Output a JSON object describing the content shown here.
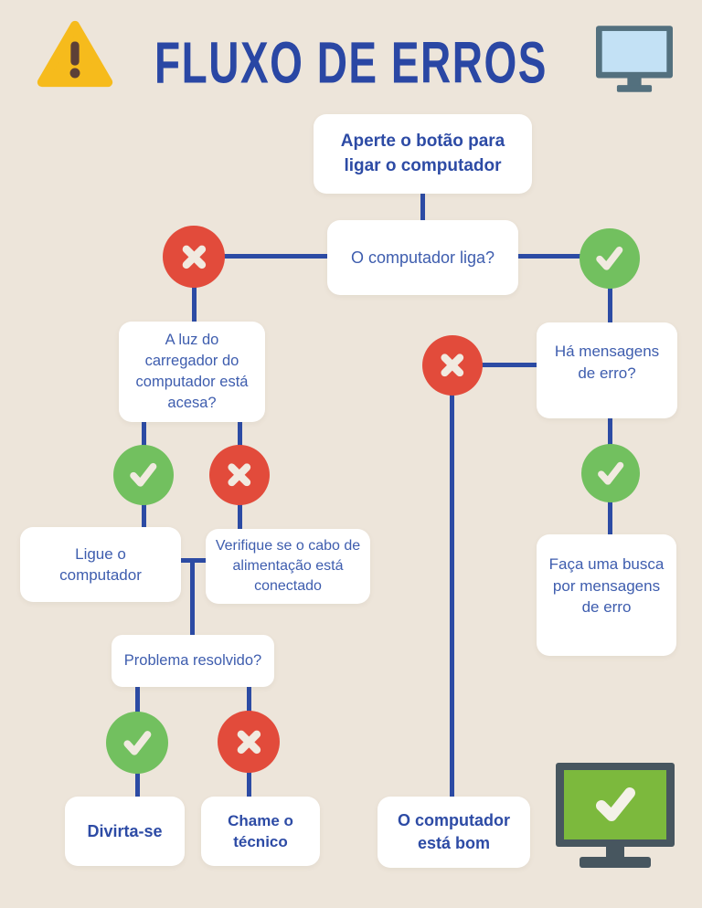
{
  "header": {
    "title": "FLUXO DE ERROS"
  },
  "colors": {
    "bg": "#EDE5DA",
    "box": "#FFFFFF",
    "title": "#2A47A4",
    "text": "#3E5DAE",
    "text_bold": "#2D4BA5",
    "line": "#2C4BA4",
    "red": "#E24B3B",
    "green": "#72C05F",
    "glyph": "#F1EAE0",
    "triangle_yellow": "#F6BB1C",
    "triangle_brown": "#5D4037",
    "monitor_frame": "#53707E",
    "monitor_screen": "#C3E1F5",
    "monitor_ok_frame": "#47565F",
    "monitor_ok_screen": "#7CB93D",
    "monitor_ok_check": "#F4F1E8"
  },
  "nodes": {
    "start": "Aperte o botão para ligar o computador",
    "computer_turns_on": "O computador liga?",
    "charger_light": "A luz do carregador do computador está acesa?",
    "turn_on": "Ligue o computador",
    "check_cable": "Verifique se o cabo de alimentação está conectado",
    "problem_solved": "Problema resolvido?",
    "have_fun": "Divirta-se",
    "call_technician": "Chame o técnico",
    "error_messages": "Há mensagens de erro?",
    "search_messages": "Faça uma busca por mensagens de erro",
    "computer_ok": "O computador está bom"
  }
}
